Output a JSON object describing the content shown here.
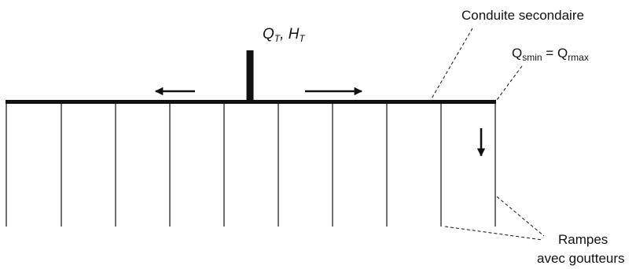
{
  "labels": {
    "inlet_q_symbol": "Q",
    "inlet_q_subscript": "T",
    "inlet_separator": ", ",
    "inlet_h_symbol": "H",
    "inlet_h_subscript": "T",
    "secondary_pipe": "Conduite secondaire",
    "end_flow_q1": "Q",
    "end_flow_q1_subscript": "smin",
    "end_flow_equals": " = ",
    "end_flow_q2": "Q",
    "end_flow_q2_subscript": "rmax",
    "laterals_line1": "Rampes",
    "laterals_line2": "avec goutteurs"
  },
  "colors": {
    "ink": "#111111",
    "background": "#ffffff"
  }
}
